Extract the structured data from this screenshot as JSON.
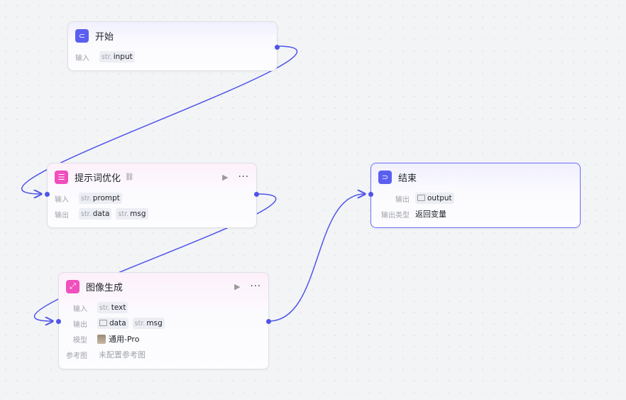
{
  "colors": {
    "accent": "#4f54e8",
    "start_icon": "#5b5ff0",
    "llm_icon": "#f04fbd"
  },
  "nodes": {
    "start": {
      "title": "开始",
      "icon": "start-icon",
      "input_label": "输入",
      "inputs": [
        {
          "type": "str.",
          "name": "input"
        }
      ]
    },
    "prompt": {
      "title": "提示词优化",
      "icon": "list-icon",
      "input_label": "输入",
      "output_label": "输出",
      "inputs": [
        {
          "type": "str.",
          "name": "prompt"
        }
      ],
      "outputs": [
        {
          "type": "str.",
          "name": "data"
        },
        {
          "type": "str.",
          "name": "msg"
        }
      ]
    },
    "image": {
      "title": "图像生成",
      "icon": "image-gen-icon",
      "input_label": "输入",
      "output_label": "输出",
      "model_label": "模型",
      "model": "通用-Pro",
      "ref_label": "参考图",
      "ref_value": "未配置参考图",
      "inputs": [
        {
          "type": "str.",
          "name": "text"
        }
      ],
      "outputs": [
        {
          "type": "image",
          "name": "data"
        },
        {
          "type": "str.",
          "name": "msg"
        }
      ]
    },
    "end": {
      "title": "结束",
      "icon": "end-icon",
      "output_label": "输出",
      "output_type_label": "输出类型",
      "output_type": "返回变量",
      "outputs": [
        {
          "type": "image",
          "name": "output"
        }
      ]
    }
  }
}
